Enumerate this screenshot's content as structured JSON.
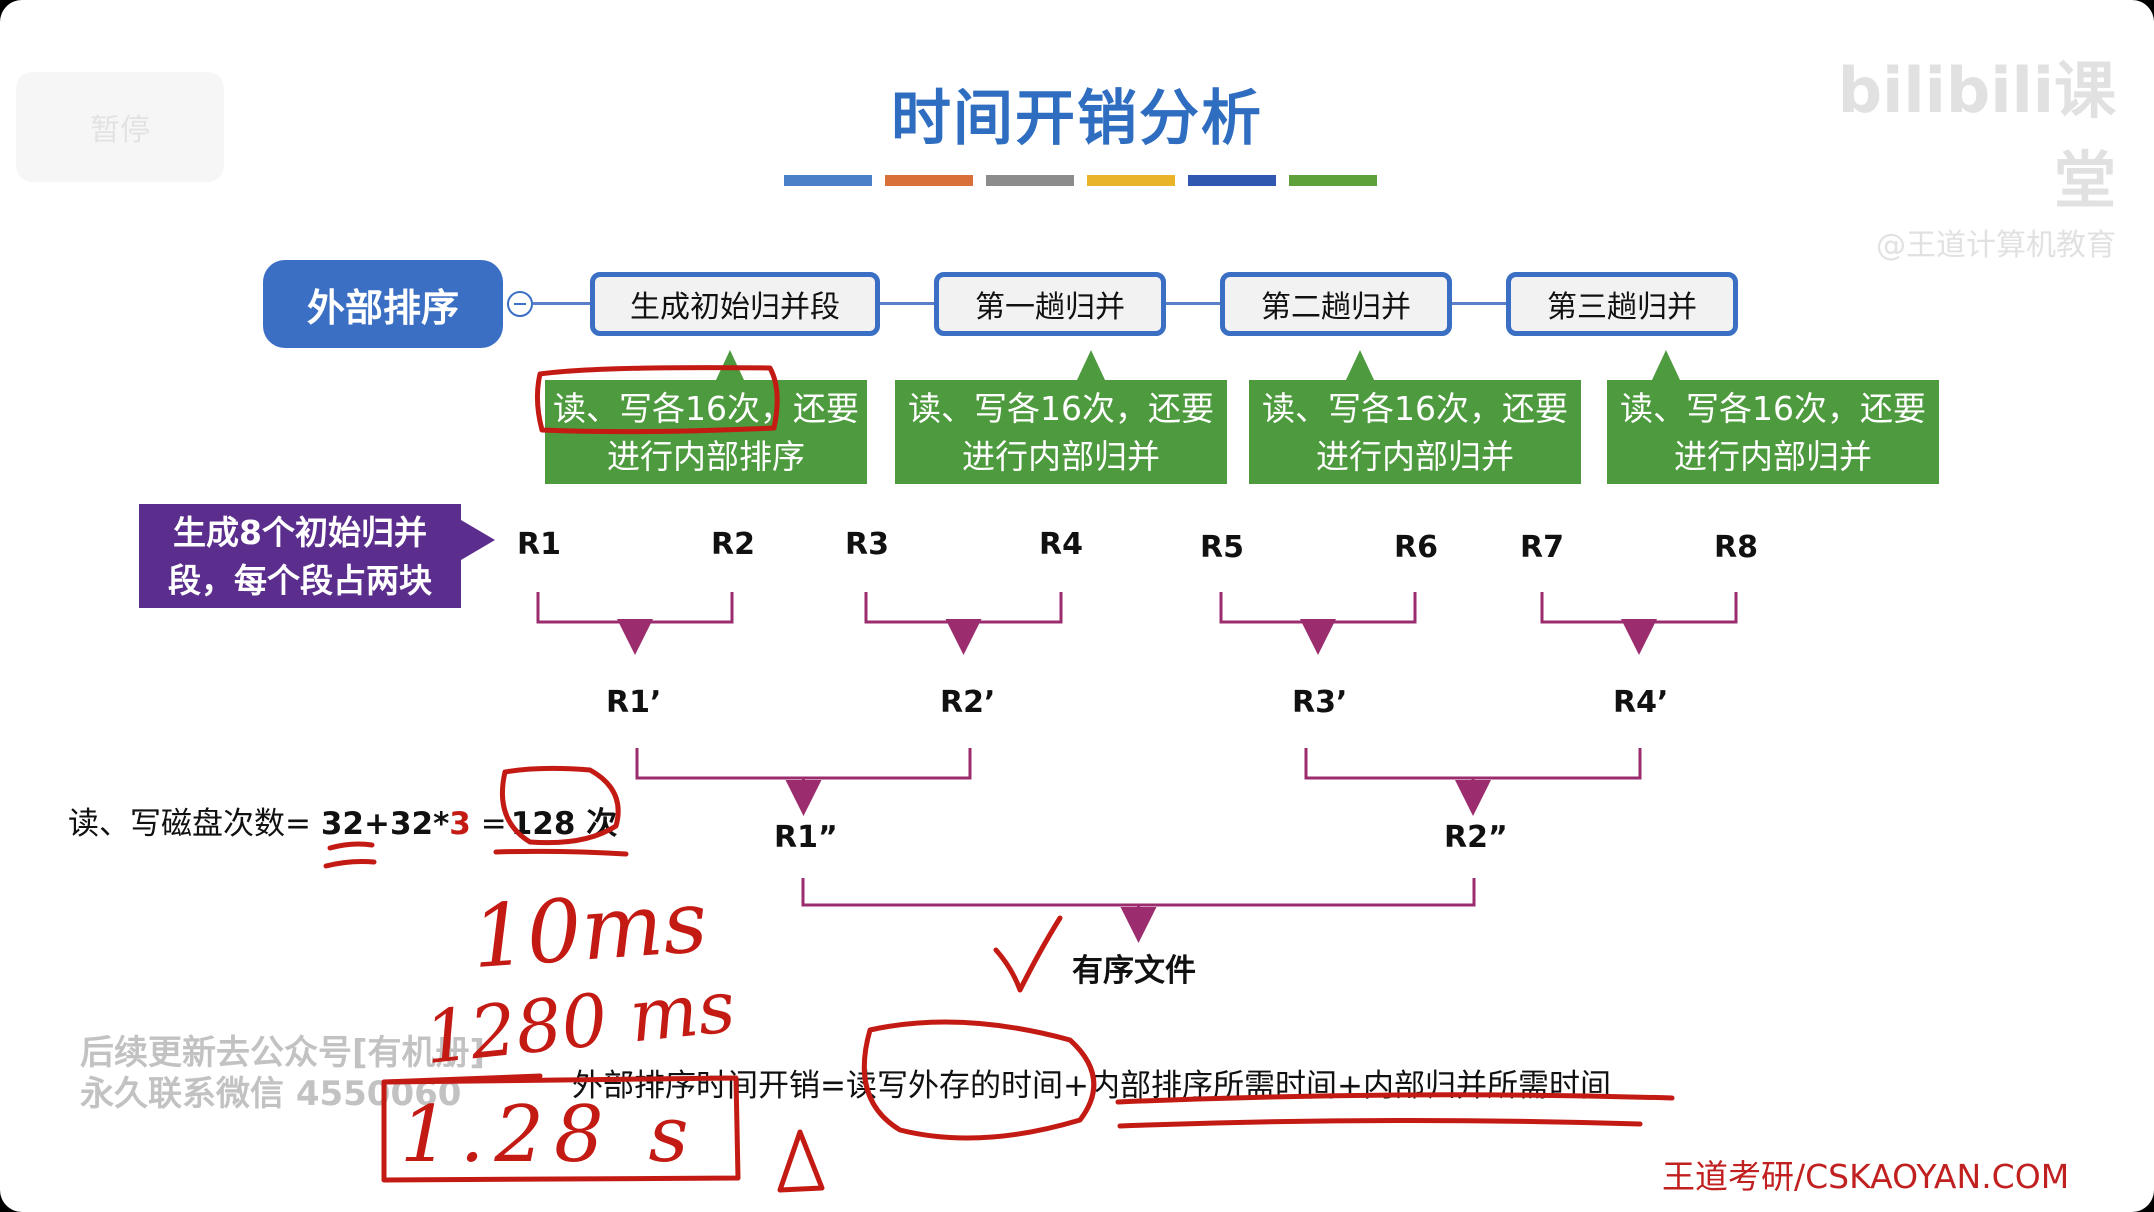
{
  "title": "时间开销分析",
  "title_bar_colors": [
    "#4a80c8",
    "#d9703a",
    "#8c8c8c",
    "#eab42a",
    "#3058b0",
    "#5ea03a"
  ],
  "root_node": "外部排序",
  "steps": [
    "生成初始归并段",
    "第一趟归并",
    "第二趟归并",
    "第三趟归并"
  ],
  "callouts": [
    {
      "line1": "读、写各16次，还要",
      "line2": "进行内部排序"
    },
    {
      "line1": "读、写各16次，还要",
      "line2": "进行内部归并"
    },
    {
      "line1": "读、写各16次，还要",
      "line2": "进行内部归并"
    },
    {
      "line1": "读、写各16次，还要",
      "line2": "进行内部归并"
    }
  ],
  "segment_note": {
    "line1": "生成8个初始归并",
    "line2": "段，每个段占两块"
  },
  "runs_level0": [
    "R1",
    "R2",
    "R3",
    "R4",
    "R5",
    "R6",
    "R7",
    "R8"
  ],
  "runs_level1": [
    "R1’",
    "R2’",
    "R3’",
    "R4’"
  ],
  "runs_level2": [
    "R1”",
    "R2”"
  ],
  "final_label": "有序文件",
  "io_formula": {
    "prefix": "读、写磁盘次数= ",
    "expr_a": "32+32*",
    "expr_b": "3",
    "expr_c": " =",
    "result": "128 次"
  },
  "time_formula": {
    "part1": "外部排序时间开销=",
    "part2": "读写外存的时间",
    "part3": "+",
    "part4": "内部排序所需时间",
    "part5": "+",
    "part6": "内部归并所需时间"
  },
  "handwriting": {
    "line1": "10ms",
    "line2": "1280 ms",
    "line3": "1.28 s"
  },
  "watermark": {
    "line1": "后续更新去公众号[有机册]",
    "line2": "永久联系微信 4550060"
  },
  "brand_footer": "王道考研/CSKAOYAN.COM",
  "logo_text": "bilibili课堂",
  "logo_sub": "@王道计算机教育",
  "corner_label": "暂停",
  "colors": {
    "accent": "#2f6dc0",
    "node_border": "#3b6fc4",
    "callout": "#4e9a3e",
    "purple": "#5b2e8e",
    "merge_line": "#9b2d6f",
    "ink": "#c41a14",
    "brand": "#c0201f"
  }
}
